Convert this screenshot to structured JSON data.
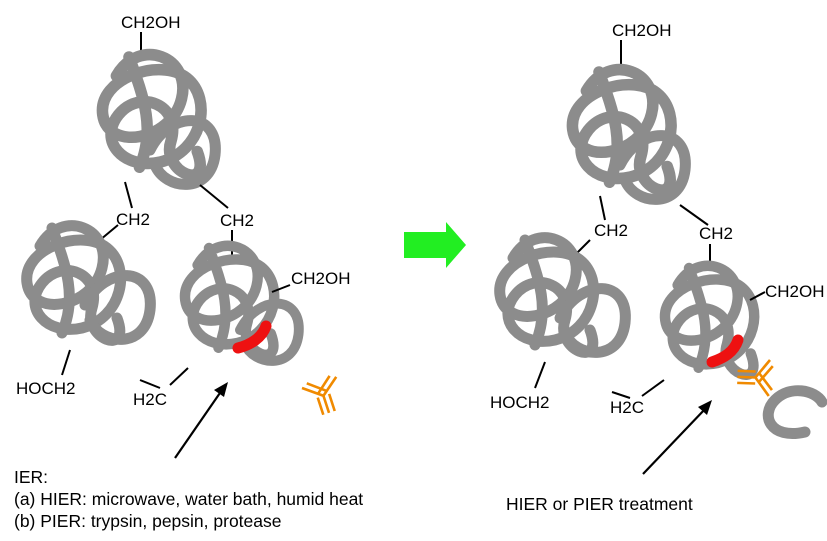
{
  "labels": {
    "left_top": "CH2OH",
    "left_ch2_a": "CH2",
    "left_ch2_b": "CH2",
    "left_ch2oh_right": "CH2OH",
    "left_hoch2": "HOCH2",
    "left_h2c": "H2C",
    "right_top": "CH2OH",
    "right_ch2_a": "CH2",
    "right_ch2_b": "CH2",
    "right_ch2oh_right": "CH2OH",
    "right_hoch2": "HOCH2",
    "right_h2c": "H2C"
  },
  "caption_left": {
    "title": "IER:",
    "line_a": "(a) HIER: microwave, water bath, humid heat",
    "line_b": "(b) PIER: trypsin, pepsin, protease"
  },
  "caption_right": "HIER or PIER treatment",
  "colors": {
    "protein": "#8c8c8c",
    "epitope": "#ee1111",
    "antibody": "#f08a00",
    "arrow": "#22ee22"
  }
}
